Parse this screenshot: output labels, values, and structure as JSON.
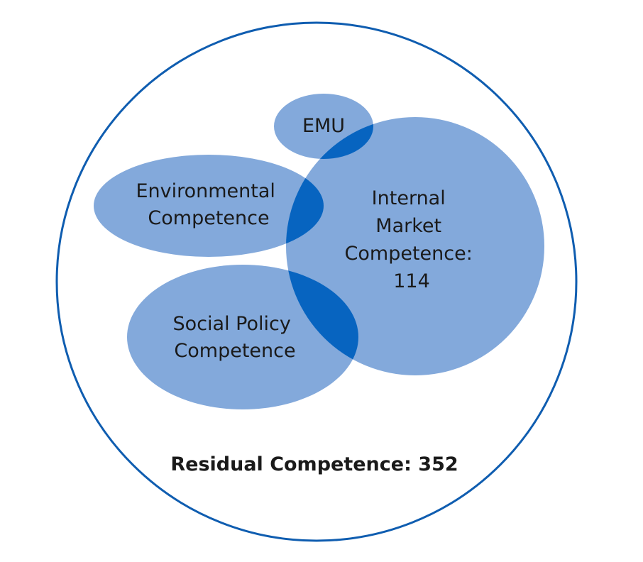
{
  "colors": {
    "outer_stroke": "#0F5DB0",
    "blob_fill": "#83A9DB",
    "overlap_fill": "#0764C0",
    "text": "#1a1a1a"
  },
  "outer": {
    "label": "Residual Competence: 352"
  },
  "blobs": {
    "emu": {
      "lines": [
        "EMU"
      ]
    },
    "internal_market": {
      "lines": [
        "Internal",
        "Market",
        "Competence:",
        "114"
      ]
    },
    "environmental": {
      "lines": [
        "Environmental",
        "Competence"
      ]
    },
    "social_policy": {
      "lines": [
        "Social Policy",
        "Competence"
      ]
    }
  }
}
